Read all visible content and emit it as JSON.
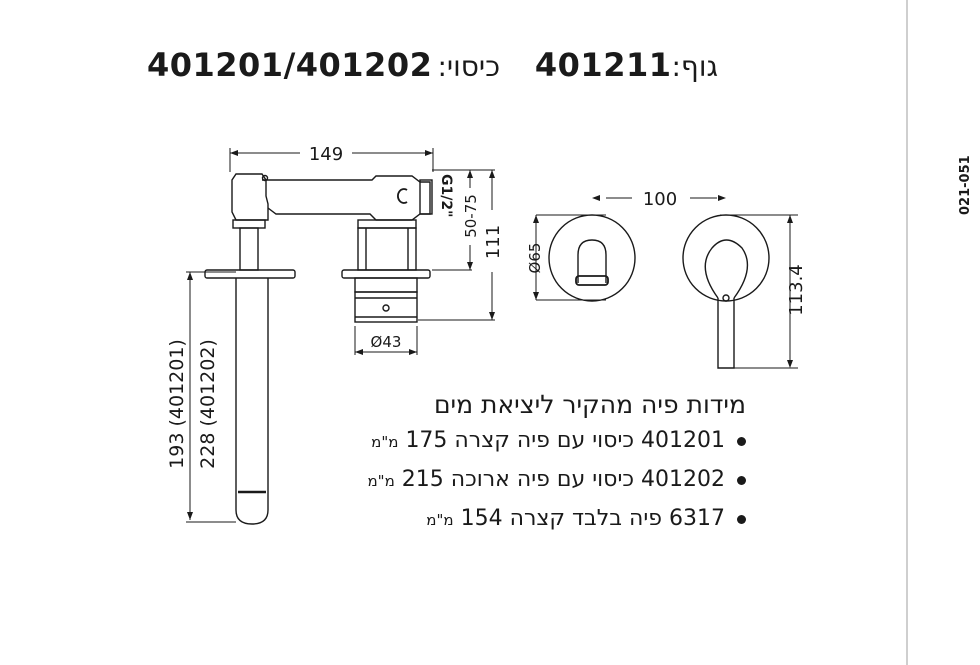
{
  "header": {
    "body_label": "גוף:",
    "body_code": "401211",
    "cover_label": "כיסוי:",
    "cover_code": "401201/401202"
  },
  "side_code": "021-051",
  "dimensions": {
    "width_total": "149",
    "thread": "G1/2\"",
    "wall_range": "50-75",
    "height_total": "111",
    "cover_diameter": "Ø43",
    "plate_diameter": "Ø65",
    "center_distance": "100",
    "handle_height": "113.4",
    "spout_short": "193 (401201)",
    "spout_long": "228 (401202)"
  },
  "notes": {
    "title": "מידות פיה מהקיר ליציאת מים",
    "unit": "מ\"מ",
    "items": [
      {
        "text": "401201 כיסוי עם פיה קצרה 175"
      },
      {
        "text": "401202 כיסוי עם פיה ארוכה 215"
      },
      {
        "text": "6317 פיה בלבד קצרה 154"
      }
    ]
  }
}
